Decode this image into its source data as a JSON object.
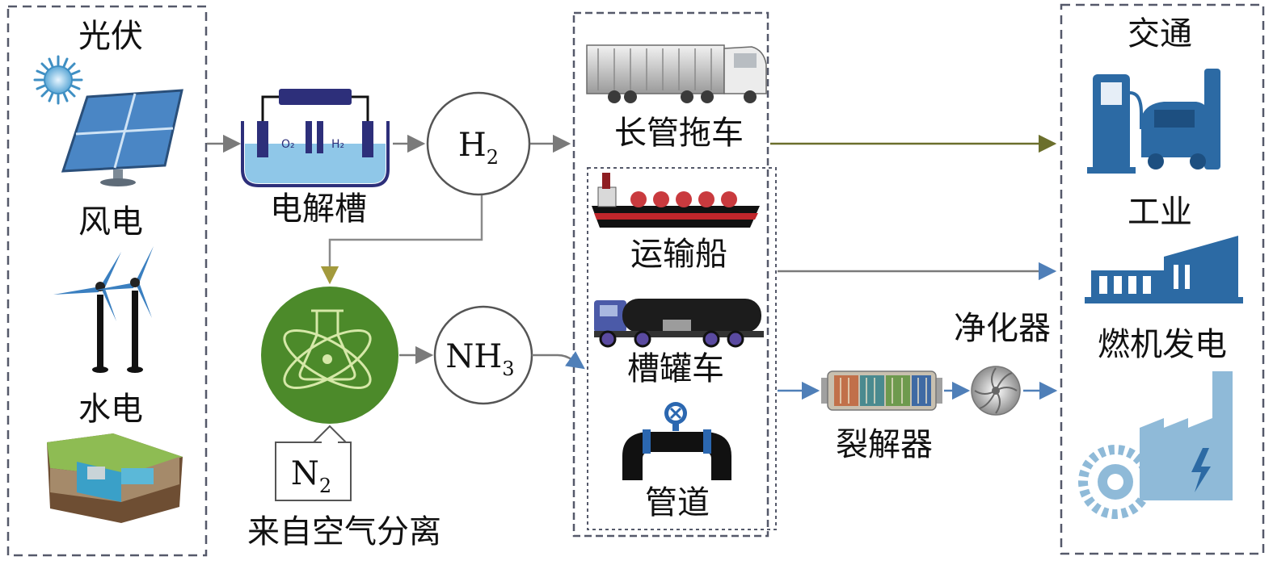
{
  "sources": {
    "title": "光伏",
    "wind": "风电",
    "hydro": "水电"
  },
  "electrolyzer": "电解槽",
  "h2": {
    "base": "H",
    "sub": "2"
  },
  "nh3": {
    "base": "NH",
    "sub": "3"
  },
  "n2": {
    "base": "N",
    "sub": "2"
  },
  "air_separation": "来自空气分离",
  "electrolyzer_o2": "O₂",
  "electrolyzer_h2": "H₂",
  "transport": {
    "tube_trailer": "长管拖车",
    "ship": "运输船",
    "tank_truck": "槽罐车",
    "pipeline": "管道"
  },
  "cracker": "裂解器",
  "purifier": "净化器",
  "applications": {
    "transport": "交通",
    "industry": "工业",
    "turbine": "燃机发电"
  },
  "colors": {
    "dash": "#55596a",
    "arrow_gray": "#7a7a7a",
    "arrow_blue": "#4f7fb8",
    "arrow_green": "#6b6f2c",
    "app_blue": "#2c6aa4",
    "synth_green": "#4c8a2a",
    "water": "#8fc7e8",
    "panel": "#4a86c5"
  }
}
